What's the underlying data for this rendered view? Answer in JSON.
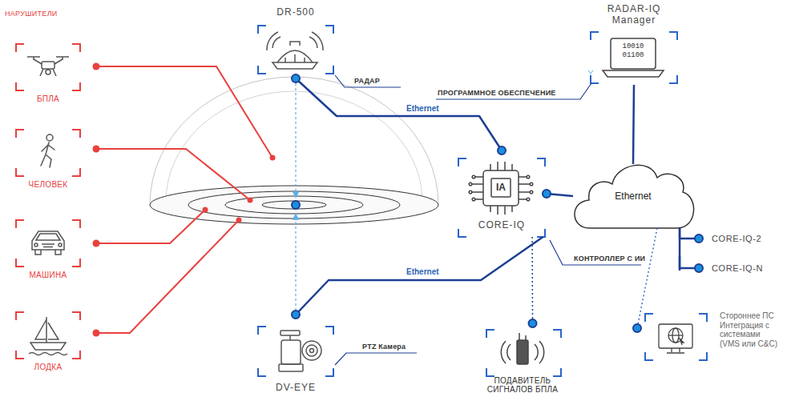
{
  "diagram": {
    "nodes": [
      {
        "text": [
          "DR-500"
        ]
      },
      {
        "text": [
          "RADAR-IQ Manager"
        ]
      },
      {
        "text": [
          "БПЛА"
        ]
      },
      {
        "text": [
          "ЧЕЛОВЕК"
        ]
      },
      {
        "text": [
          "CORE-IQ"
        ]
      },
      {
        "text": [
          "Ethernet"
        ]
      },
      {
        "text": [
          "МАШИНА"
        ]
      },
      {
        "text": [
          "CORE-IQ-2"
        ]
      },
      {
        "text": [
          "CORE-IQ-N"
        ]
      },
      {
        "text": [
          "ЛОДКА"
        ]
      },
      {
        "text": [
          "Стороннее ПС Интеграция с системами (VMS или C&C)"
        ]
      },
      {
        "text": [
          "DV-EYE"
        ]
      },
      {
        "text": [
          "ПОДАВИТЕЛЬ СИГНАЛОВ БПЛА"
        ]
      }
    ],
    "edges": [
      {
        "from": 0,
        "to": 4,
        "label": "Ethernet",
        "arrow": "none"
      },
      {
        "from": 11,
        "to": 4,
        "label": "Ethernet",
        "arrow": "none"
      },
      {
        "from": 4,
        "to": 5,
        "arrow": "none"
      },
      {
        "from": 5,
        "to": 1,
        "arrow": "none"
      },
      {
        "from": 5,
        "to": 7,
        "arrow": "none"
      },
      {
        "from": 5,
        "to": 8,
        "arrow": "none"
      },
      {
        "from": 4,
        "to": 12,
        "arrow": "none"
      },
      {
        "from": 5,
        "to": 10,
        "arrow": "none"
      }
    ],
    "labels": [
      "НАРУШИТЕЛИ",
      "РАДАР",
      "ПРОГРАММНОЕ ОБЕСПЕЧЕНИЕ",
      "10010",
      "01100",
      "IA",
      "КОНТРОЛЛЕР С ИИ",
      "PTZ Камера"
    ]
  }
}
